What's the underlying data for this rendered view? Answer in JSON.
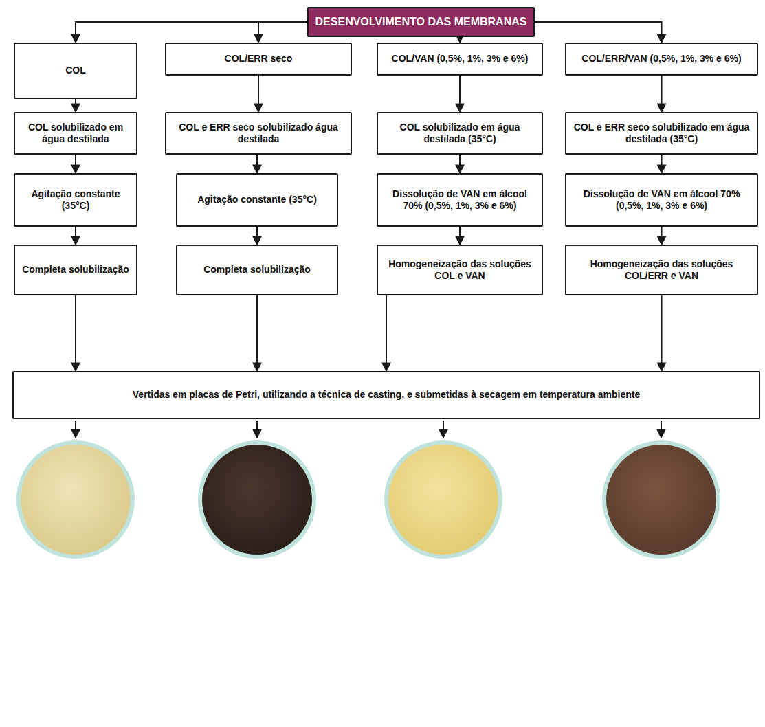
{
  "diagram": {
    "nodes": [
      {
        "text": [
          "DESENVOLVIMENTO DAS MEMBRANAS"
        ]
      },
      {
        "text": [
          "COL"
        ]
      },
      {
        "text": [
          "COL/ERR seco"
        ]
      },
      {
        "text": [
          "COL/VAN (0,5%, 1%, 3% e 6%)"
        ]
      },
      {
        "text": [
          "COL/ERR/VAN (0,5%, 1%, 3% e 6%)"
        ]
      },
      {
        "text": [
          "COL solubilizado em água destilada"
        ]
      },
      {
        "text": [
          "COL e ERR seco solubilizado água destilada"
        ]
      },
      {
        "text": [
          "COL solubilizado em água destilada (35°C)"
        ]
      },
      {
        "text": [
          "COL e ERR seco solubilizado em água destilada (35°C)"
        ]
      },
      {
        "text": [
          "Agitação constante (35°C)"
        ]
      },
      {
        "text": [
          "Agitação constante (35°C)"
        ]
      },
      {
        "text": [
          "Dissolução de VAN em álcool 70% (0,5%, 1%, 3% e 6%)"
        ]
      },
      {
        "text": [
          "Dissolução de VAN em álcool 70% (0,5%, 1%, 3% e 6%)"
        ]
      },
      {
        "text": [
          "Completa solubilização"
        ]
      },
      {
        "text": [
          "Completa solubilização"
        ]
      },
      {
        "text": [
          "Homogeneização das soluções COL e VAN"
        ]
      },
      {
        "text": [
          "Homogeneização das soluções COL/ERR e VAN"
        ]
      },
      {
        "text": [
          "Vertidas em placas de Petri, utilizando a técnica de casting, e submetidas à secagem em temperatura ambiente"
        ]
      }
    ],
    "edges": [
      {
        "from": 0,
        "to": 1,
        "arrow": "to"
      },
      {
        "from": 0,
        "to": 2,
        "arrow": "to"
      },
      {
        "from": 0,
        "to": 3,
        "arrow": "to"
      },
      {
        "from": 0,
        "to": 4,
        "arrow": "to"
      },
      {
        "from": 1,
        "to": 5,
        "arrow": "to"
      },
      {
        "from": 2,
        "to": 6,
        "arrow": "to"
      },
      {
        "from": 3,
        "to": 7,
        "arrow": "to"
      },
      {
        "from": 4,
        "to": 8,
        "arrow": "to"
      },
      {
        "from": 5,
        "to": 9,
        "arrow": "to"
      },
      {
        "from": 6,
        "to": 10,
        "arrow": "to"
      },
      {
        "from": 7,
        "to": 11,
        "arrow": "to"
      },
      {
        "from": 8,
        "to": 12,
        "arrow": "to"
      },
      {
        "from": 9,
        "to": 13,
        "arrow": "to"
      },
      {
        "from": 10,
        "to": 14,
        "arrow": "to"
      },
      {
        "from": 11,
        "to": 15,
        "arrow": "to"
      },
      {
        "from": 12,
        "to": 16,
        "arrow": "to"
      },
      {
        "from": 13,
        "to": 17,
        "arrow": "to"
      },
      {
        "from": 14,
        "to": 17,
        "arrow": "to"
      },
      {
        "from": 15,
        "to": 17,
        "arrow": "to"
      },
      {
        "from": 16,
        "to": 17,
        "arrow": "to"
      }
    ]
  }
}
